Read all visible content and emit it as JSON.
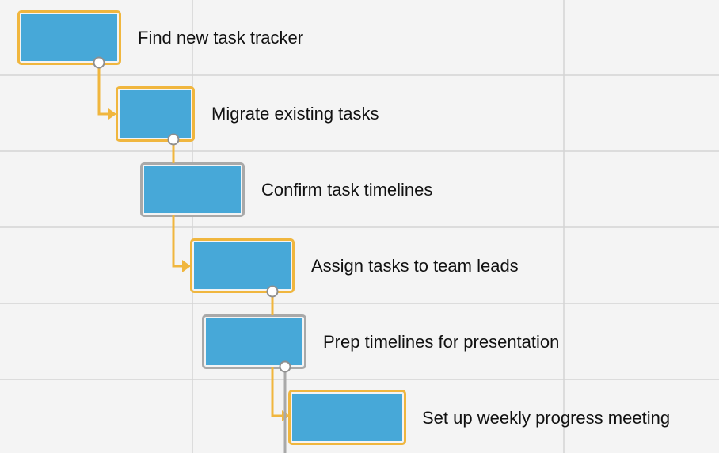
{
  "colors": {
    "background": "#f4f4f4",
    "bar_fill": "#47a8d8",
    "selected_outline": "#f0b63e",
    "unselected_outline": "#a9a9a9",
    "link_selected": "#f0b63e",
    "link_unselected": "#a9a9a9",
    "grid_line": "#d4d4d4"
  },
  "tasks": [
    {
      "id": "t1",
      "label": "Find new task tracker",
      "selected": true
    },
    {
      "id": "t2",
      "label": "Migrate existing tasks",
      "selected": true
    },
    {
      "id": "t3",
      "label": "Confirm task timelines",
      "selected": false
    },
    {
      "id": "t4",
      "label": "Assign tasks to team leads",
      "selected": true
    },
    {
      "id": "t5",
      "label": "Prep timelines for presentation",
      "selected": false
    },
    {
      "id": "t6",
      "label": "Set up weekly progress meeting",
      "selected": true
    }
  ]
}
